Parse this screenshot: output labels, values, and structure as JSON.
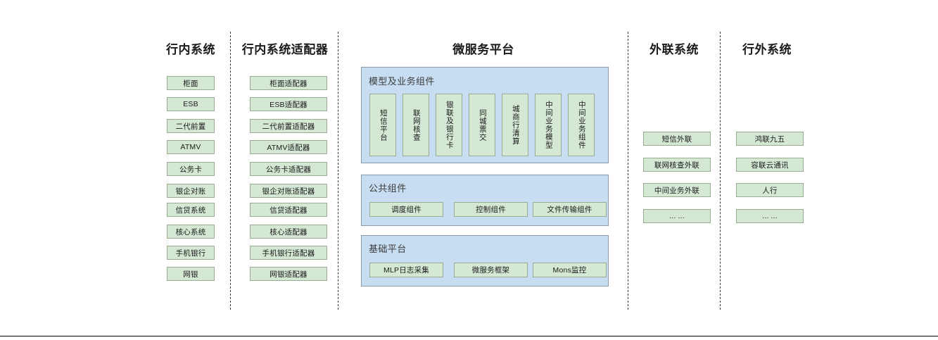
{
  "diagram": {
    "columns": [
      {
        "id": "intra-bank-systems",
        "header": "行内系统",
        "items": [
          "柜面",
          "ESB",
          "二代前置",
          "ATMV",
          "公务卡",
          "银企对账",
          "信贷系统",
          "核心系统",
          "手机银行",
          "网银"
        ]
      },
      {
        "id": "intra-bank-adapters",
        "header": "行内系统适配器",
        "items": [
          "柜面适配器",
          "ESB适配器",
          "二代前置适配器",
          "ATMV适配器",
          "公务卡适配器",
          "银企对账适配器",
          "信贷适配器",
          "核心适配器",
          "手机银行适配器",
          "网银适配器"
        ]
      },
      {
        "id": "microservice-platform",
        "header": "微服务平台",
        "panels": [
          {
            "id": "model-business-components",
            "title": "模型及业务组件",
            "orientation": "vertical",
            "items": [
              "短信平台",
              "联网核查",
              "银联及银行卡",
              "同城票交",
              "城商行清算",
              "中间业务模型",
              "中间业务组件"
            ]
          },
          {
            "id": "public-components",
            "title": "公共组件",
            "orientation": "horizontal",
            "items": [
              "调度组件",
              "控制组件",
              "文件传输组件"
            ]
          },
          {
            "id": "base-platform",
            "title": "基础平台",
            "orientation": "horizontal",
            "items": [
              "MLP日志采集",
              "微服务框架",
              "Mons监控"
            ]
          }
        ]
      },
      {
        "id": "external-link-systems",
        "header": "外联系统",
        "items": [
          "短信外联",
          "联网核查外联",
          "中间业务外联",
          "... ..."
        ]
      },
      {
        "id": "outside-bank-systems",
        "header": "行外系统",
        "items": [
          "鸿联九五",
          "容联云通讯",
          "人行",
          "... ..."
        ]
      }
    ],
    "colors": {
      "node_fill": "#d5e8d4",
      "node_border": "#9aab94",
      "panel_fill": "#c6ddf2",
      "panel_border": "#8c9aa8",
      "separator": "#3a3a3a",
      "text": "#1a1a1a"
    }
  }
}
